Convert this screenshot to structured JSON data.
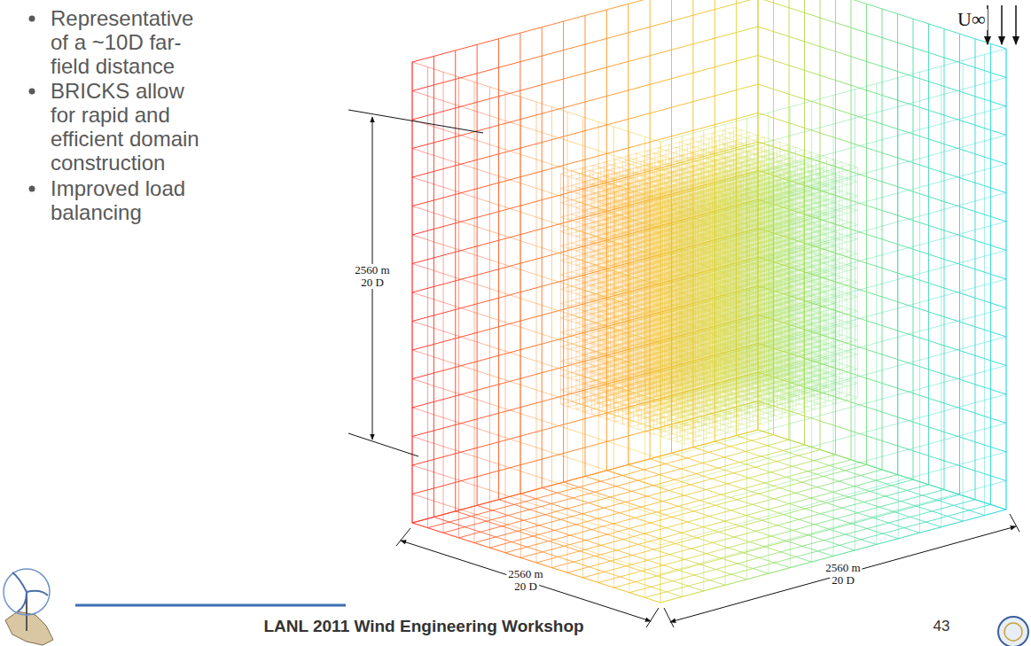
{
  "diagram": {
    "labels": [
      "Representative of a ~10D far-field distance",
      "BRICKS allow for rapid and efficient domain construction",
      "Improved load balancing",
      "U∞",
      "2560 m",
      "20 D",
      "2560 m",
      "20 D",
      "2560 m",
      "20 D",
      "LANL 2011 Wind Engineering Workshop",
      "43"
    ]
  }
}
